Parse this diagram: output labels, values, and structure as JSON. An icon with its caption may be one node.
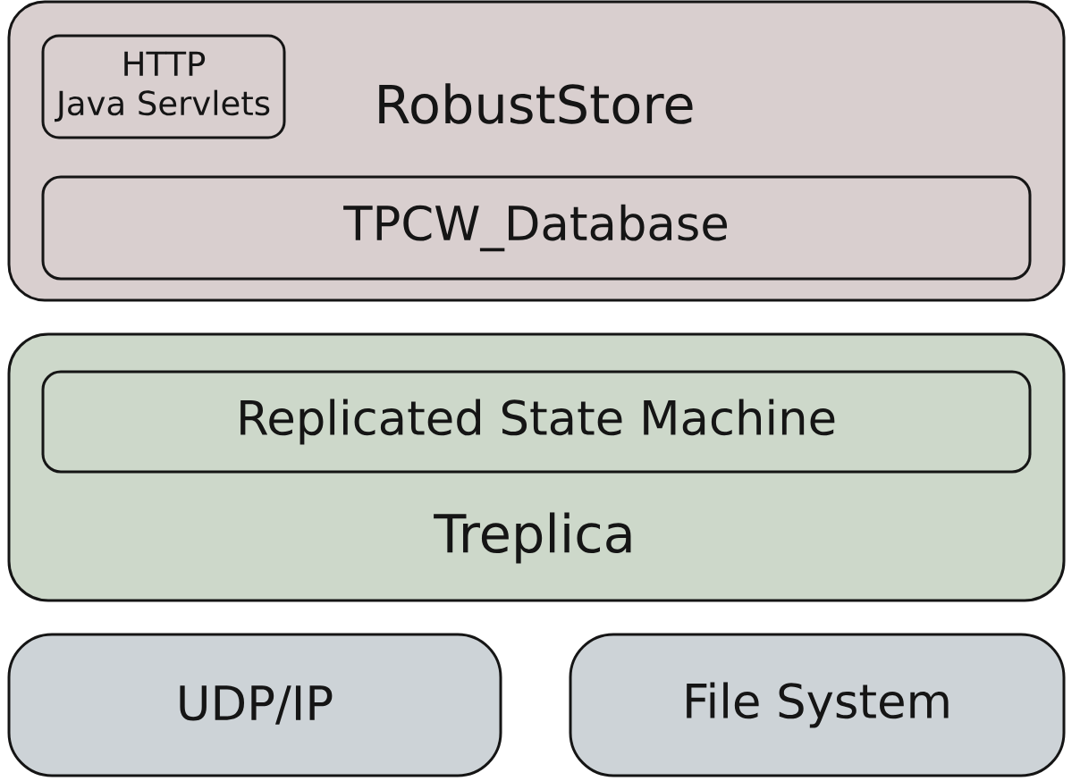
{
  "diagram": {
    "nodes": [
      {
        "text": [
          "RobustStore"
        ]
      },
      {
        "text": [
          "HTTP Java Servlets"
        ],
        "in": 0
      },
      {
        "text": [
          "TPCW_Database"
        ],
        "in": 0
      },
      {
        "text": [
          "Treplica"
        ]
      },
      {
        "text": [
          "Replicated State Machine"
        ],
        "in": 3
      },
      {
        "text": [
          "UDP/IP"
        ]
      },
      {
        "text": [
          "File System"
        ]
      }
    ]
  }
}
